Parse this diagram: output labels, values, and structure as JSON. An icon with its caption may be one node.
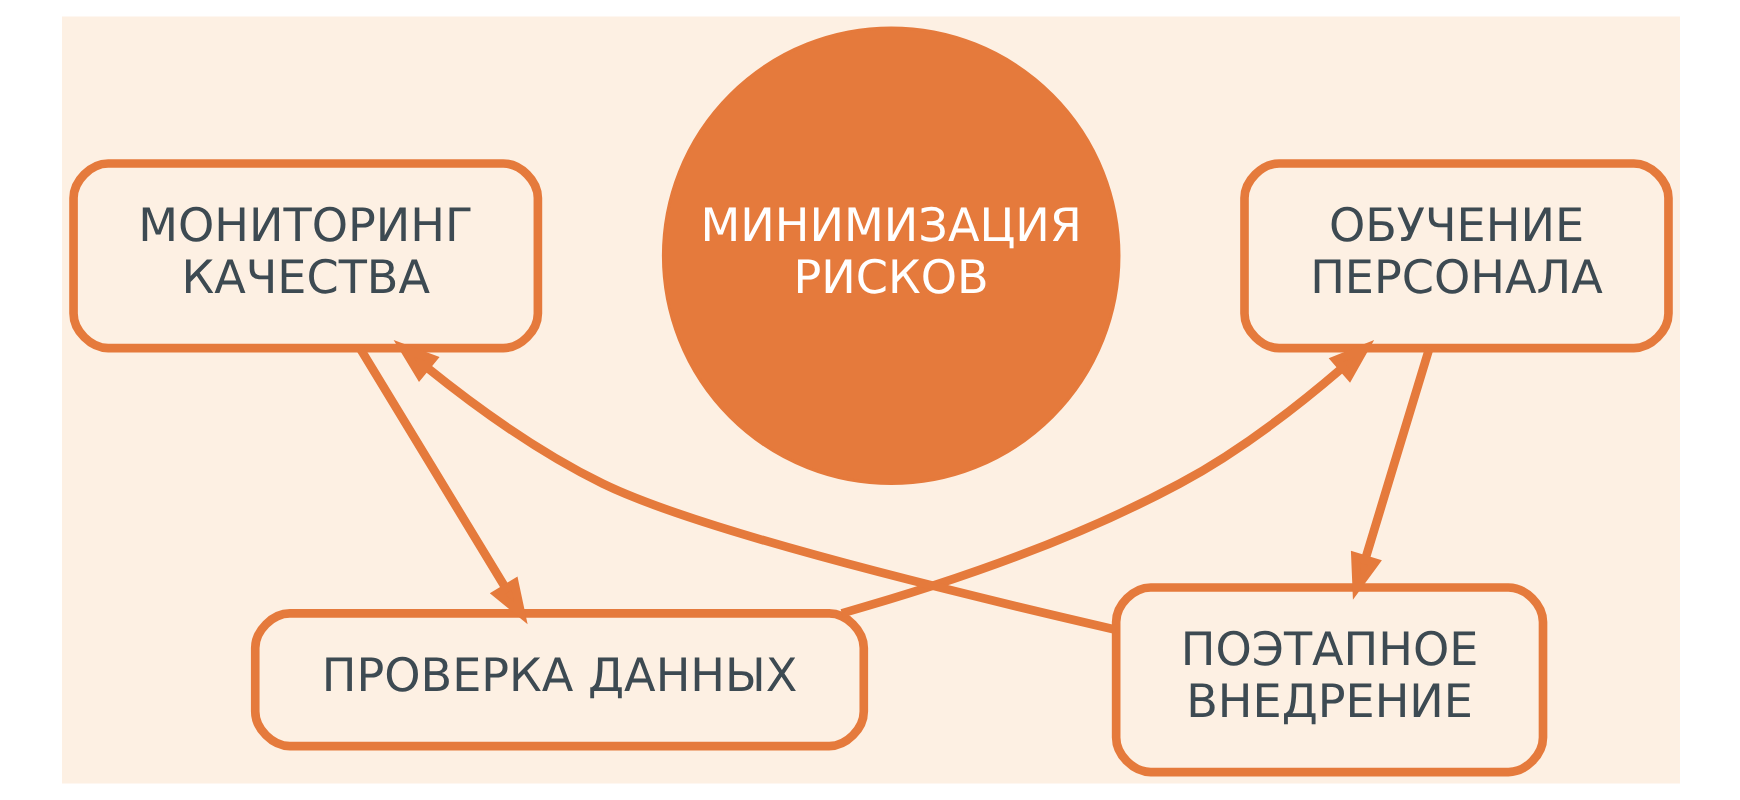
{
  "diagram": {
    "nodes": [
      {
        "text": [
          "МИНИМИЗАЦИЯ РИСКОВ"
        ]
      },
      {
        "text": [
          "ПРОВЕРКА ДАННЫХ"
        ]
      },
      {
        "text": [
          "ОБУЧЕНИЕ ПЕРСОНАЛА"
        ]
      },
      {
        "text": [
          "ПОЭТАПНОЕ ВНЕДРЕНИЕ"
        ]
      },
      {
        "text": [
          "МОНИТОРИНГ КАЧЕСТВА"
        ]
      }
    ],
    "edges": [
      {
        "from": 1,
        "to": 2,
        "arrow": "to"
      },
      {
        "from": 2,
        "to": 3,
        "arrow": "to"
      },
      {
        "from": 3,
        "to": 4,
        "arrow": "to"
      },
      {
        "from": 4,
        "to": 1,
        "arrow": "to"
      }
    ]
  }
}
